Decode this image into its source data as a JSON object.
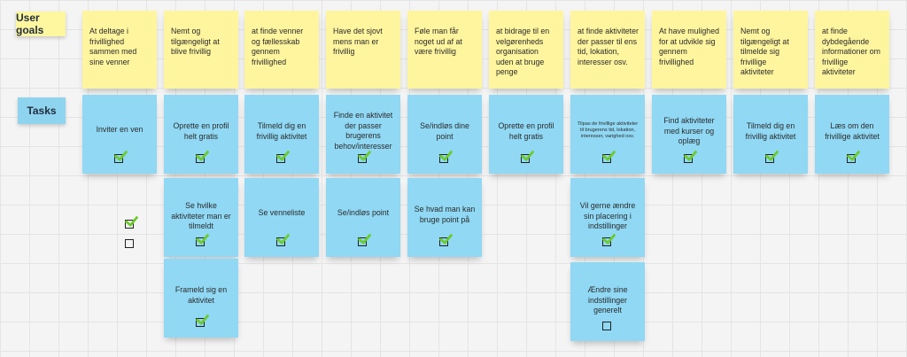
{
  "labels": {
    "goals": "User goals",
    "tasks": "Tasks"
  },
  "goals": [
    "At deltage i frivillighed sammen med sine venner",
    "Nemt og tilgængeligt at blive frivillig",
    "at finde venner og fællesskab gennem frivillighed",
    "Have det sjovt mens man er frivillig",
    "Føle man får noget ud af at være frivillig",
    "at bidrage til en velgørenheds organisation uden at bruge penge",
    "at finde aktiviteter der passer til ens tid, lokation, interesser osv.",
    "At have mulighed for at udvikle sig gennem frivillighed",
    "Nemt og tilgængeligt at tilmelde sig frivillige aktiviteter",
    "at finde dybdegående informationer om frivillige aktiviteter"
  ],
  "tasks": {
    "row1": [
      "Inviter en ven",
      "Oprette en profil helt gratis",
      "Tilmeld dig en frivillig aktivitet",
      "Finde en aktivitet der passer brugerens behov/interesser",
      "Se/indløs dine point",
      "Oprette en profil helt gratis",
      "Tilpas de frivillige aktiviteter til brugerens tid, lokation, interesser, varighed osv.",
      "Find aktiviteter med kurser og oplæg",
      "Tilmeld dig en frivillig aktivitet",
      "Læs om den frivillige aktivitet"
    ],
    "row2": [
      "Se hvilke aktiviteter man er tilmeldt",
      "Se venneliste",
      "Se/indløs point",
      "Se hvad man kan bruge point på",
      "Vil gerne ændre sin placering i indstillinger"
    ],
    "row3": [
      "Frameld sig en aktivitet",
      "Ændre sine indstillinger generelt"
    ]
  },
  "colors": {
    "goal_note": "#fff59e",
    "task_note": "#90d8f4",
    "check": "#6ccb2b"
  }
}
